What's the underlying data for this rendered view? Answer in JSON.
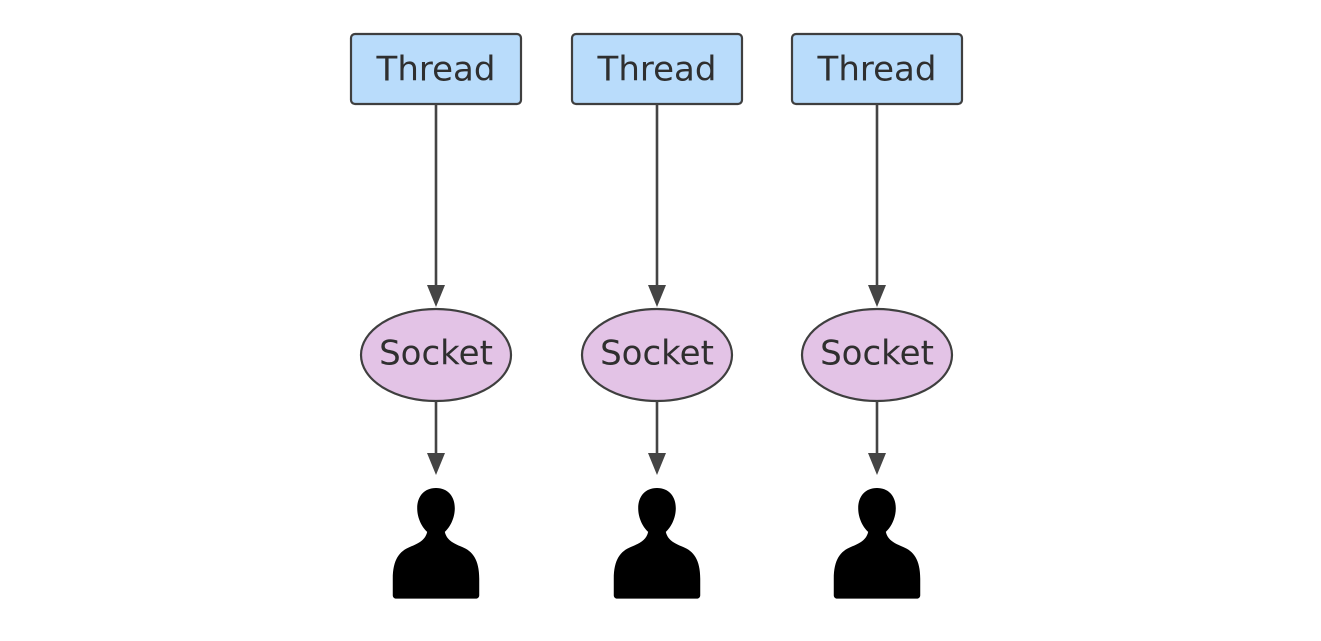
{
  "colors": {
    "thread_fill": "#b9dcfb",
    "socket_fill": "#e3c3e6",
    "stroke": "#3f3f3f",
    "line": "#444444",
    "user_icon": "#050505"
  },
  "columns": [
    {
      "thread_label": "Thread",
      "socket_label": "Socket",
      "icon": "user-icon"
    },
    {
      "thread_label": "Thread",
      "socket_label": "Socket",
      "icon": "user-icon"
    },
    {
      "thread_label": "Thread",
      "socket_label": "Socket",
      "icon": "user-icon"
    }
  ]
}
